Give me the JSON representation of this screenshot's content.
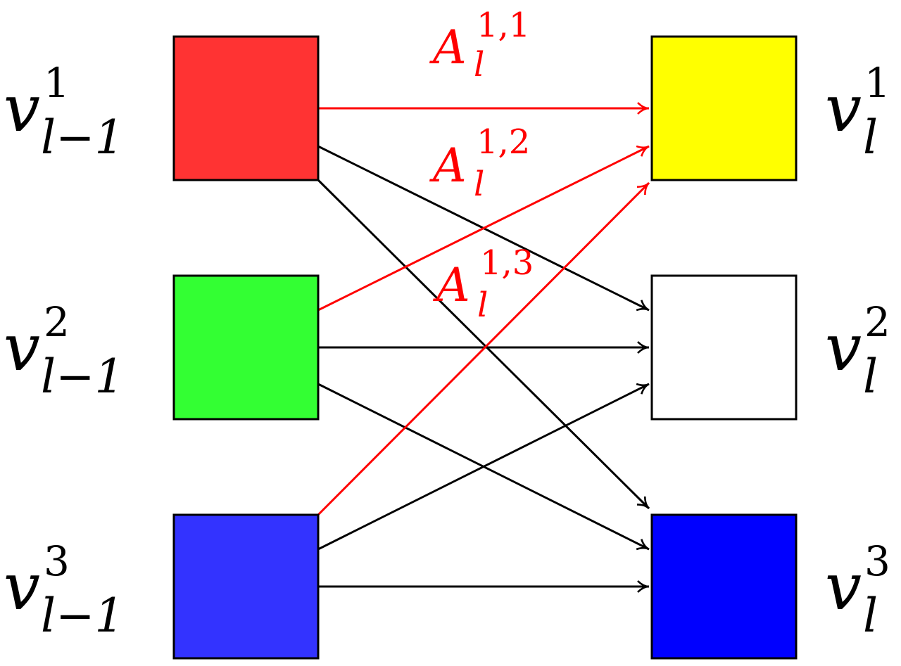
{
  "diagram": {
    "left_nodes": [
      {
        "base": "v",
        "sup": "1",
        "sub": "l−1",
        "fill": "#FF3333"
      },
      {
        "base": "v",
        "sup": "2",
        "sub": "l−1",
        "fill": "#33FF33"
      },
      {
        "base": "v",
        "sup": "3",
        "sub": "l−1",
        "fill": "#3333FF"
      }
    ],
    "right_nodes": [
      {
        "base": "v",
        "sup": "1",
        "sub": "l",
        "fill": "#FFFF00"
      },
      {
        "base": "v",
        "sup": "2",
        "sub": "l",
        "fill": "#FFFFFF"
      },
      {
        "base": "v",
        "sup": "3",
        "sub": "l",
        "fill": "#0000FF"
      }
    ],
    "edge_labels": [
      {
        "base": "A",
        "sup": "1,1",
        "sub": "l",
        "color": "#FF0000"
      },
      {
        "base": "A",
        "sup": "1,2",
        "sub": "l",
        "color": "#FF0000"
      },
      {
        "base": "A",
        "sup": "1,3",
        "sub": "l",
        "color": "#FF0000"
      }
    ],
    "edges": [
      {
        "from": 1,
        "to": 1,
        "color": "#FF0000"
      },
      {
        "from": 1,
        "to": 2,
        "color": "#000000"
      },
      {
        "from": 1,
        "to": 3,
        "color": "#000000"
      },
      {
        "from": 2,
        "to": 1,
        "color": "#FF0000"
      },
      {
        "from": 2,
        "to": 2,
        "color": "#000000"
      },
      {
        "from": 2,
        "to": 3,
        "color": "#000000"
      },
      {
        "from": 3,
        "to": 1,
        "color": "#FF0000"
      },
      {
        "from": 3,
        "to": 2,
        "color": "#000000"
      },
      {
        "from": 3,
        "to": 3,
        "color": "#000000"
      }
    ]
  }
}
